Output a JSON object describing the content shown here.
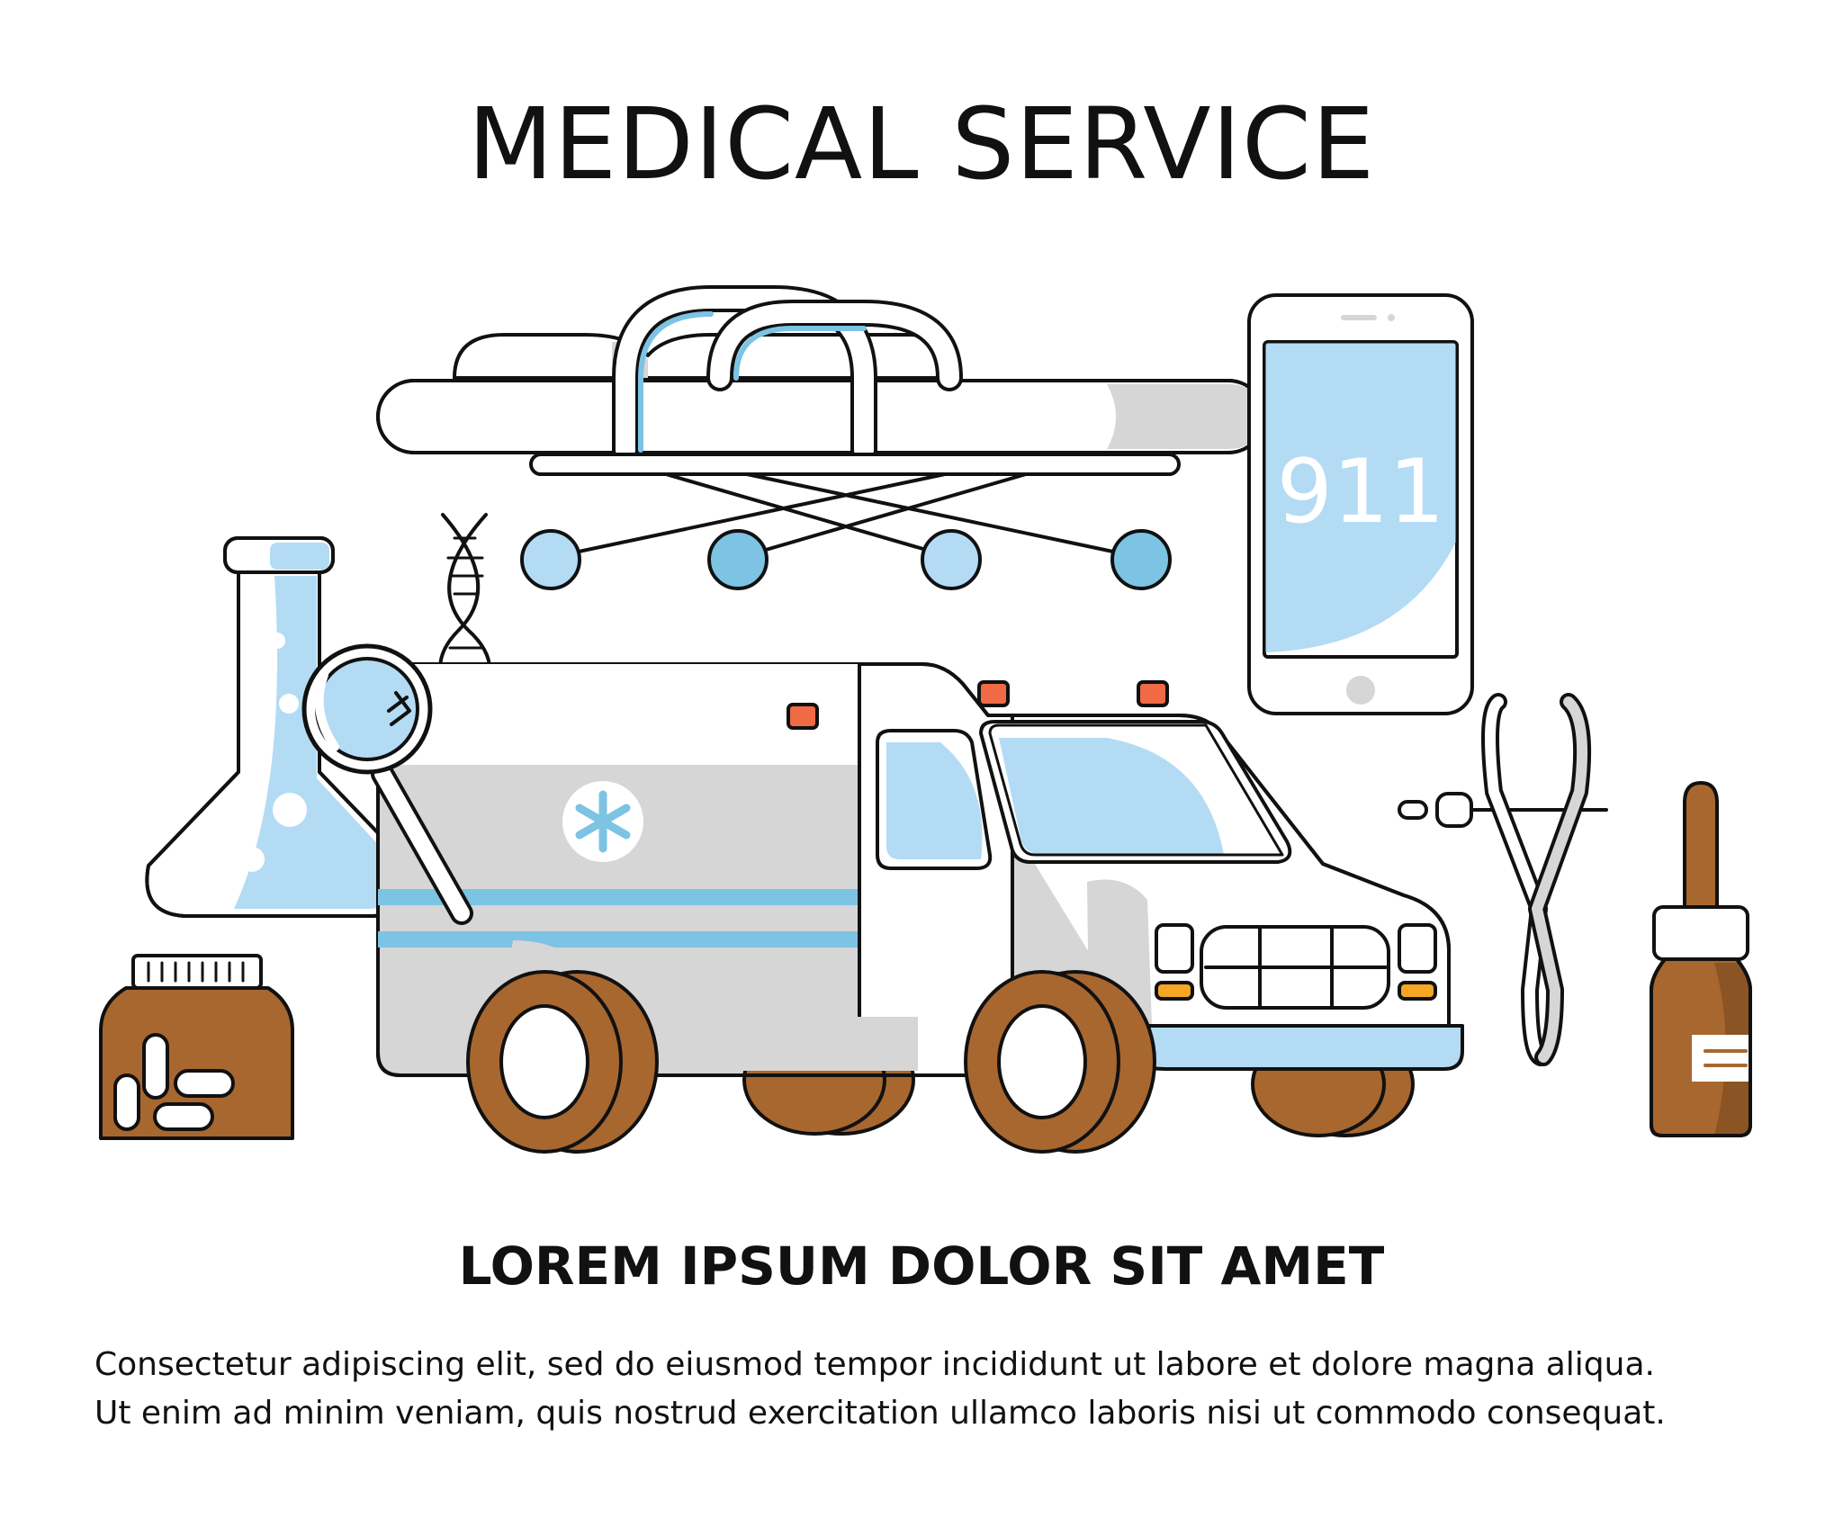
{
  "poster": {
    "title": "MEDICAL SERVICE",
    "subtitle": "LOREM IPSUM DOLOR SIT AMET",
    "body_lines": [
      "Consectetur adipiscing elit, sed do eiusmod tempor incididunt ut labore et dolore magna aliqua.",
      "Ut enim ad minim veniam, quis nostrud exercitation ullamco laboris nisi ut commodo consequat."
    ]
  },
  "phone": {
    "screen_text": "911"
  },
  "icons": [
    "stretcher-icon",
    "smartphone-icon",
    "flask-icon",
    "dna-icon",
    "magnifier-icon",
    "ambulance-icon",
    "pill-jar-icon",
    "forceps-icon",
    "dropper-bottle-icon"
  ],
  "colors": {
    "outline": "#111111",
    "light_blue": "#b3dbf4",
    "mid_blue": "#7cc3e4",
    "grey": "#d6d6d6",
    "brown": "#a8672f",
    "orange": "#f06a45",
    "amber": "#f5a623"
  }
}
